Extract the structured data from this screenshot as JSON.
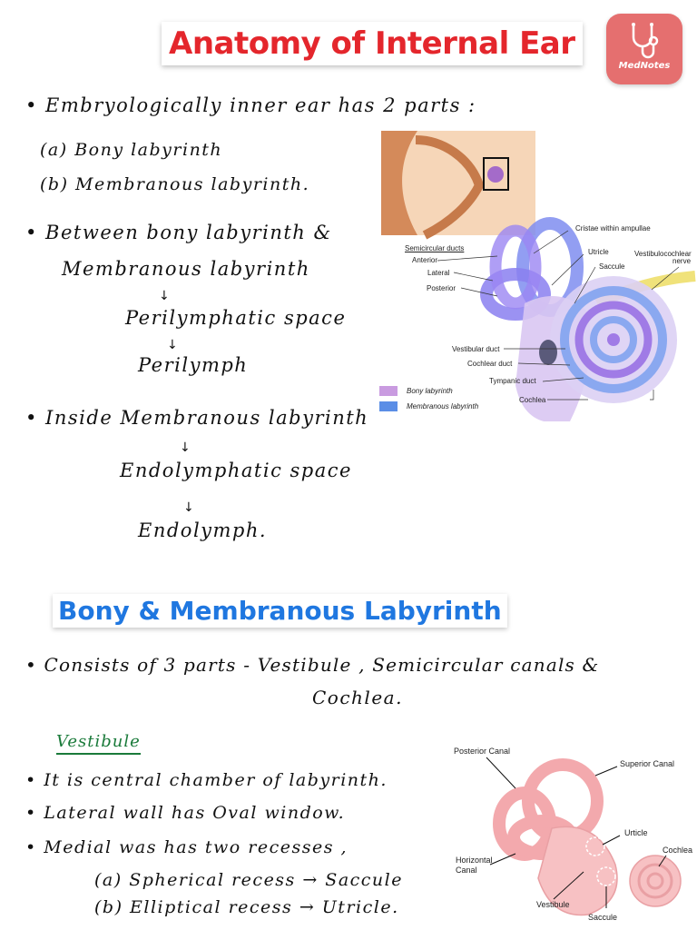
{
  "title": "Anatomy of Internal Ear",
  "logo": {
    "text": "MedNotes"
  },
  "notes": {
    "embryo": "• Embryologically inner ear has 2 parts :",
    "a": "(a)  Bony labyrinth",
    "b": "(b)   Membranous labyrinth.",
    "between1": "• Between bony labyrinth &",
    "between2": "Membranous labyrinth",
    "perispace": "Perilymphatic space",
    "perilymph": "Perilymph",
    "inside": "• Inside Membranous labyrinth",
    "endospace": "Endolymphatic space",
    "endolymph": "Endolymph."
  },
  "diagram1": {
    "labels": {
      "cristae": "Cristae within ampullae",
      "semicircular": "Semicircular ducts",
      "anterior": "Anterior",
      "lateral": "Lateral",
      "posterior": "Posterior",
      "utricle": "Utricle",
      "saccule": "Saccule",
      "vestibulocochlear1": "Vestibulocochlear",
      "vestibulocochlear2": "nerve",
      "vestibular_duct": "Vestibular duct",
      "cochlear_duct": "Cochlear duct",
      "tympanic_duct": "Tympanic duct",
      "cochlea": "Cochlea"
    },
    "legend": [
      {
        "label": "Bony labyrinth",
        "color": "#c99be0"
      },
      {
        "label": "Membranous labyrinth",
        "color": "#5b8ee6"
      }
    ]
  },
  "section2": {
    "title": "Bony & Membranous Labyrinth",
    "consists1": "• Consists of 3 parts - Vestibule , Semicircular canals &",
    "consists2": "Cochlea.",
    "vestibule_heading": "Vestibule",
    "v1": "• It is central chamber of labyrinth.",
    "v2": "• Lateral wall has Oval window.",
    "v3": "•    Medial was has two recesses ,",
    "v4": "(a)  Spherical recess   → Saccule",
    "v5": "(b)  Elliptical recess   → Utricle."
  },
  "diagram2": {
    "labels": {
      "posterior_canal": "Posterior Canal",
      "superior_canal": "Superior Canal",
      "urticle": "Urticle",
      "horizontal1": "Horizontal",
      "horizontal2": "Canal",
      "cochlea": "Cochlea",
      "vestibule": "Vestibule",
      "saccule": "Saccule"
    }
  }
}
